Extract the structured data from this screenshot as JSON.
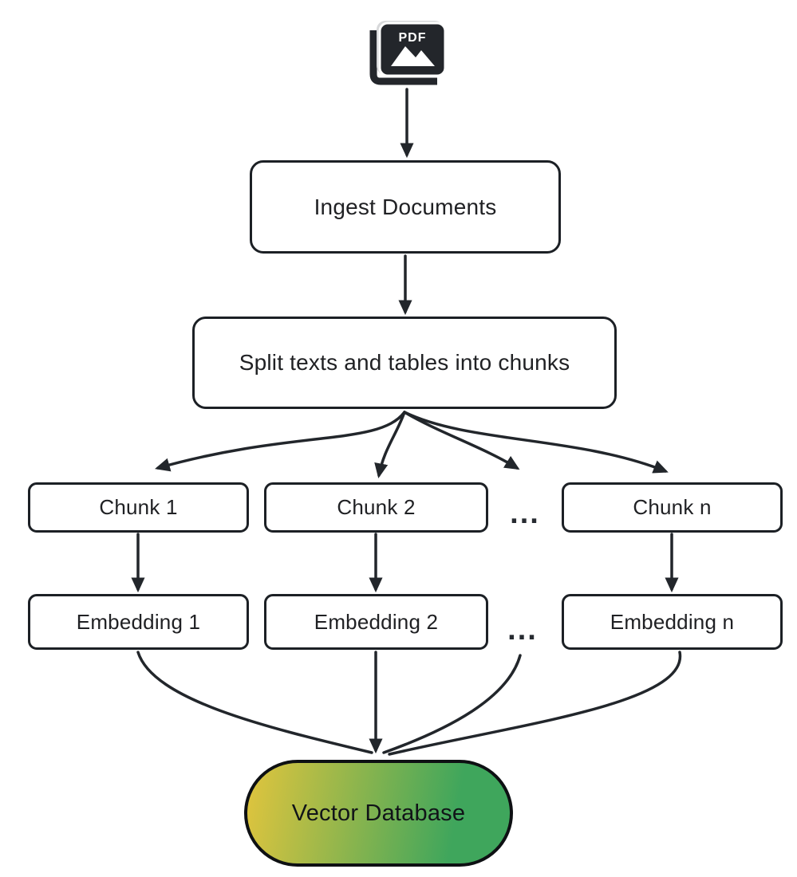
{
  "diagram": {
    "background": "#ffffff",
    "stroke_color": "#22262b",
    "text_color": "#202124",
    "icon": {
      "name": "pdf-document-icon",
      "badge": "PDF"
    },
    "nodes": {
      "ingest": {
        "label": "Ingest Documents"
      },
      "split": {
        "label": "Split texts and tables into chunks"
      },
      "chunk_1": {
        "label": "Chunk 1"
      },
      "chunk_2": {
        "label": "Chunk 2"
      },
      "chunk_dots": {
        "label": "..."
      },
      "chunk_n": {
        "label": "Chunk n"
      },
      "embedding_1": {
        "label": "Embedding 1"
      },
      "embedding_2": {
        "label": "Embedding 2"
      },
      "embedding_dots": {
        "label": "..."
      },
      "embedding_n": {
        "label": "Embedding n"
      },
      "vector_db": {
        "label": "Vector Database",
        "gradient_start": "#ddc43e",
        "gradient_end": "#3fa65c"
      }
    },
    "edges": [
      {
        "from": "pdf-icon",
        "to": "ingest"
      },
      {
        "from": "ingest",
        "to": "split"
      },
      {
        "from": "split",
        "to": "chunk_1"
      },
      {
        "from": "split",
        "to": "chunk_2"
      },
      {
        "from": "split",
        "to": "chunk_dots"
      },
      {
        "from": "split",
        "to": "chunk_n"
      },
      {
        "from": "chunk_1",
        "to": "embedding_1"
      },
      {
        "from": "chunk_2",
        "to": "embedding_2"
      },
      {
        "from": "chunk_n",
        "to": "embedding_n"
      },
      {
        "from": "embedding_1",
        "to": "vector_db"
      },
      {
        "from": "embedding_2",
        "to": "vector_db"
      },
      {
        "from": "embedding_dots",
        "to": "vector_db"
      },
      {
        "from": "embedding_n",
        "to": "vector_db"
      }
    ]
  }
}
